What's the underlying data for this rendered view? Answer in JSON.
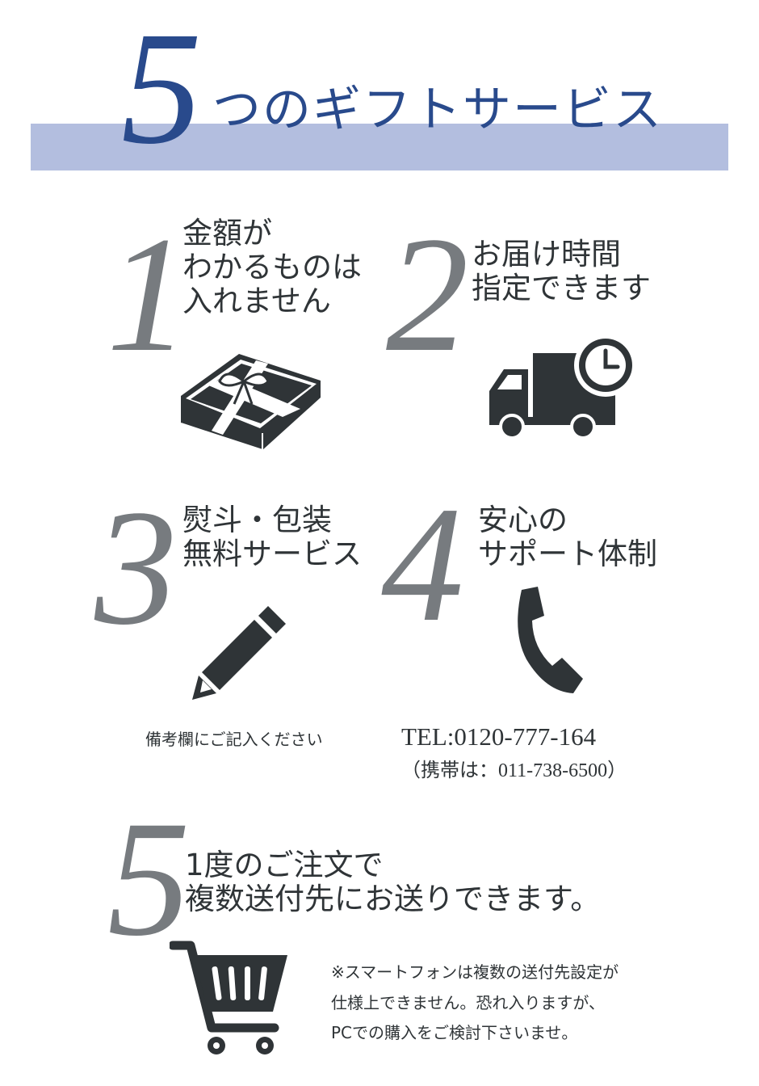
{
  "header": {
    "number": "5",
    "title": "つのギフトサービス"
  },
  "services": [
    {
      "number": "1",
      "text": "金額が\nわかるものは\n入れません",
      "icon": "gift-box-icon"
    },
    {
      "number": "2",
      "text": "お届け時間\n指定できます",
      "icon": "delivery-truck-clock-icon"
    },
    {
      "number": "3",
      "text": "熨斗・包装\n無料サービス",
      "icon": "pencil-icon",
      "note": "備考欄にご記入ください"
    },
    {
      "number": "4",
      "text": "安心の\nサポート体制",
      "icon": "telephone-icon",
      "tel": "TEL:0120-777-164",
      "mobile": "（携帯は：011-738-6500）"
    },
    {
      "number": "5",
      "text": "1度のご注文で\n複数送付先にお送りできます。",
      "icon": "shopping-cart-icon",
      "note": "※スマートフォンは複数の送付先設定が\n仕様上できません。恐れ入りますが、\nPCでの購入をご検討下さいませ。"
    }
  ],
  "colors": {
    "title": "#294a8c",
    "band": "#b3bedf",
    "number": "#777b7f",
    "icon": "#2f3437"
  }
}
